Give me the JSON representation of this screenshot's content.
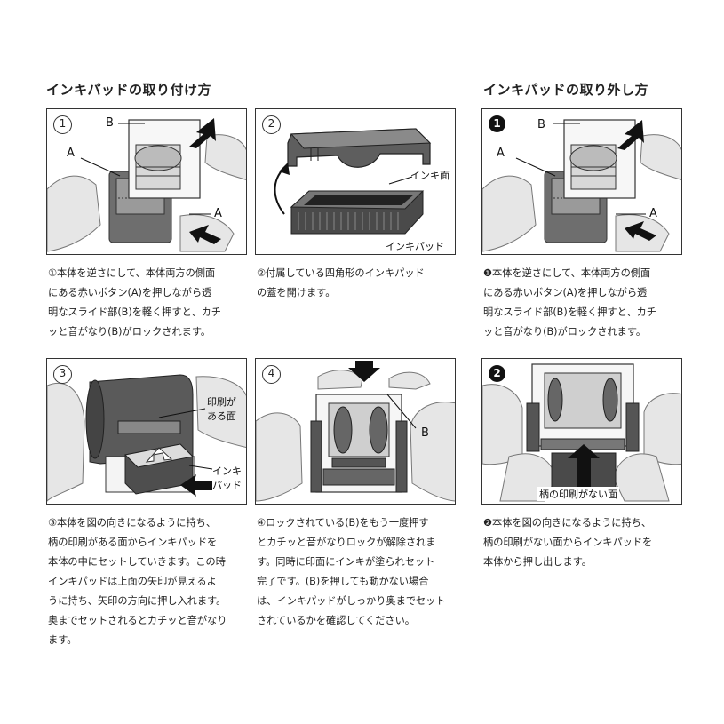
{
  "headings": {
    "install": "インキパッドの取り付け方",
    "remove": "インキパッドの取り外し方"
  },
  "steps": {
    "i1": {
      "badge": "1",
      "labels": {
        "b": "B",
        "a1": "A",
        "a2": "A"
      },
      "lines": [
        "①本体を逆さにして、本体両方の側面",
        "にある赤いボタン(A)を押しながら透",
        "明なスライド部(B)を軽く押すと、カチ",
        "ッと音がなり(B)がロックされます。"
      ]
    },
    "i2": {
      "badge": "2",
      "labels": {
        "ink_face": "インキ面",
        "ink_pad": "インキパッド"
      },
      "lines": [
        "②付属している四角形のインキパッド",
        "の蓋を開けます。"
      ]
    },
    "i3": {
      "badge": "3",
      "labels": {
        "printed_1": "印刷が",
        "printed_2": "ある面",
        "pad_1": "インキ",
        "pad_2": "パッド"
      },
      "lines": [
        "③本体を図の向きになるように持ち、",
        "柄の印刷がある面からインキパッドを",
        "本体の中にセットしていきます。この時",
        "インキパッドは上面の矢印が見えるよ",
        "うに持ち、矢印の方向に押し入れます。",
        "奥までセットされるとカチッと音がなり",
        "ます。"
      ]
    },
    "i4": {
      "badge": "4",
      "labels": {
        "b": "B"
      },
      "lines": [
        "④ロックされている(B)をもう一度押す",
        "とカチッと音がなりロックが解除されま",
        "す。同時に印面にインキが塗られセット",
        "完了です。(B)を押しても動かない場合",
        "は、インキパッドがしっかり奥までセット",
        "されているかを確認してください。"
      ]
    },
    "r1": {
      "badge": "1",
      "labels": {
        "b": "B",
        "a1": "A",
        "a2": "A"
      },
      "lines": [
        "❶本体を逆さにして、本体両方の側面",
        "にある赤いボタン(A)を押しながら透",
        "明なスライド部(B)を軽く押すと、カチ",
        "ッと音がなり(B)がロックされます。"
      ]
    },
    "r2": {
      "badge": "2",
      "labels": {
        "no_print": "柄の印刷がない面"
      },
      "lines": [
        "❷本体を図の向きになるように持ち、",
        "柄の印刷がない面からインキパッドを",
        "本体から押し出します。"
      ]
    }
  }
}
